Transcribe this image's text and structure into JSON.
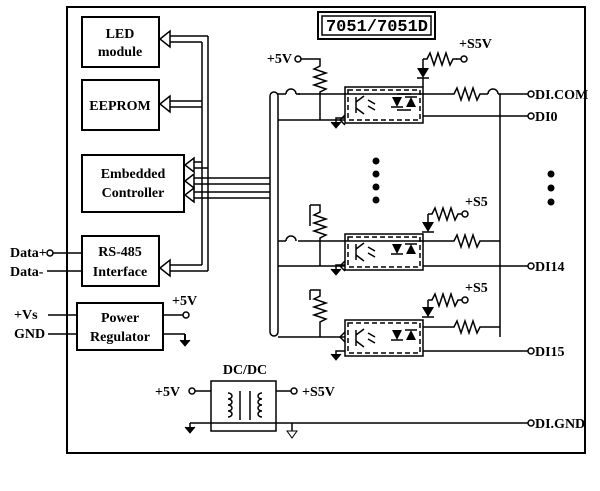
{
  "title": "7051/7051D",
  "blocks": {
    "led": [
      "LED",
      "module"
    ],
    "eeprom": "EEPROM",
    "controller": [
      "Embedded",
      "Controller"
    ],
    "rs485": [
      "RS-485",
      "Interface"
    ],
    "power": [
      "Power",
      "Regulator"
    ],
    "dcdc": "DC/DC"
  },
  "pins": {
    "data_plus": "Data+",
    "data_minus": "Data-",
    "vs": "+Vs",
    "gnd": "GND",
    "di_com": "DI.COM",
    "di0": "DI0",
    "di14": "DI14",
    "di15": "DI15",
    "di_gnd": "DI.GND"
  },
  "supplies": {
    "p5v_top": "+5V",
    "s5v_top": "+S5V",
    "s5_mid": "+S5",
    "s5_bot": "+S5",
    "p5v_power": "+5V",
    "p5v_dcdc": "+5V",
    "s5v_dcdc": "+S5V"
  }
}
